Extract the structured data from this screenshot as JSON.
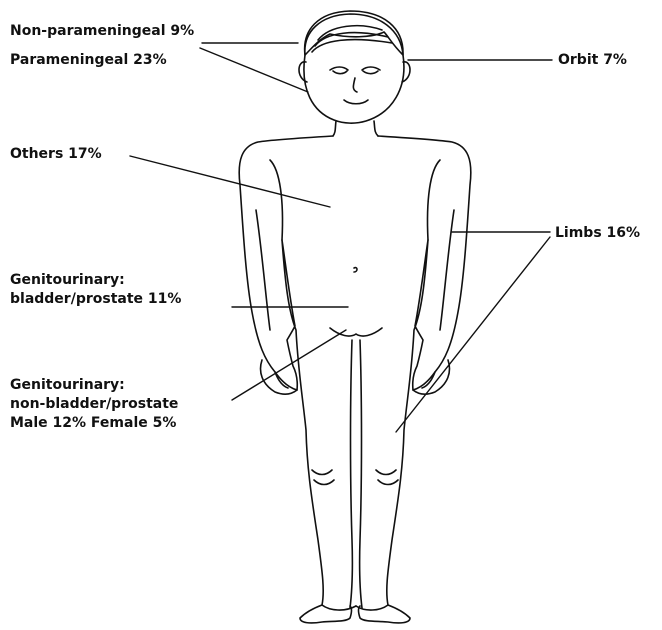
{
  "labels": {
    "non_parameningeal": "Non-parameningeal 9%",
    "parameningeal": "Parameningeal 23%",
    "orbit": "Orbit 7%",
    "others": "Others 17%",
    "limbs": "Limbs 16%",
    "genitourinary_bladder": {
      "line1": "Genitourinary:",
      "line2": "bladder/prostate 11%"
    },
    "genitourinary_non_bladder": {
      "line1": "Genitourinary:",
      "line2": "non-bladder/prostate",
      "line3": "Male 12% Female 5%"
    }
  },
  "colors": {
    "ink": "#111111",
    "background": "#ffffff"
  }
}
